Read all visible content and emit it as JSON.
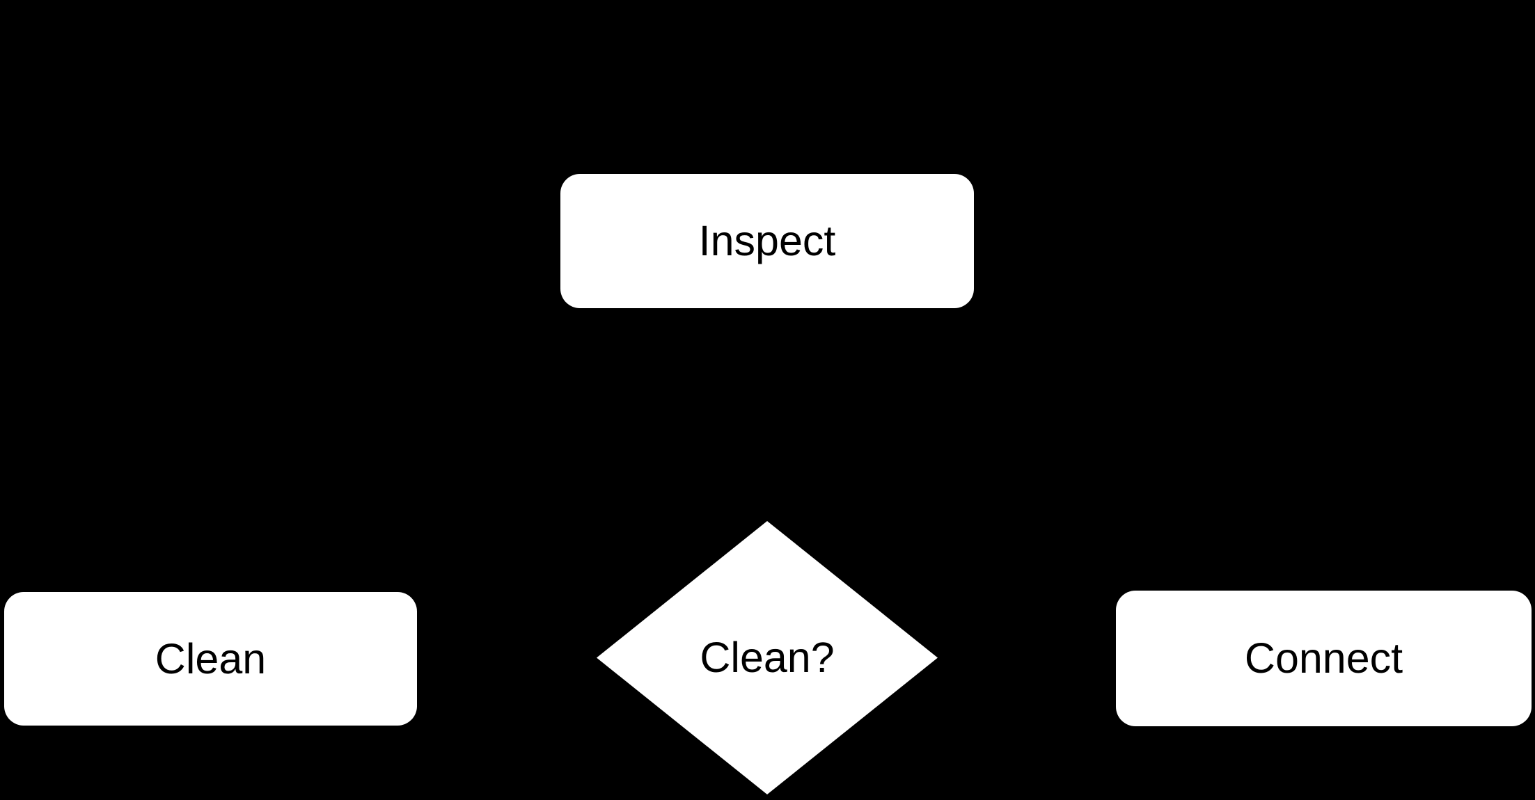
{
  "diagram": {
    "type": "flowchart",
    "background_color": "#000000",
    "node_fill_color": "#ffffff",
    "node_text_color": "#000000",
    "nodes": {
      "inspect": {
        "label": "Inspect",
        "shape": "rounded-rectangle"
      },
      "decision": {
        "label": "Clean?",
        "shape": "diamond"
      },
      "clean": {
        "label": "Clean",
        "shape": "rounded-rectangle"
      },
      "connect": {
        "label": "Connect",
        "shape": "rounded-rectangle"
      }
    }
  }
}
